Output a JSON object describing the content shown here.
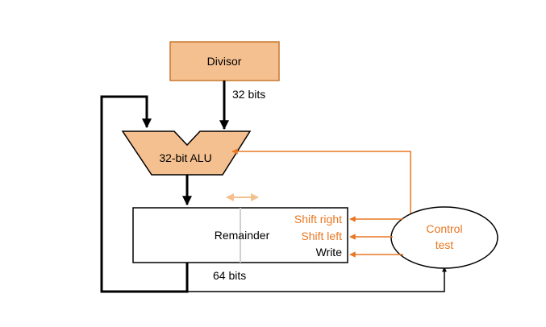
{
  "diagram": {
    "divisor": {
      "label": "Divisor"
    },
    "divisor_width": {
      "label": "32 bits"
    },
    "alu": {
      "label": "32-bit ALU"
    },
    "remainder": {
      "label": "Remainder",
      "signals": {
        "shift_right": "Shift right",
        "shift_left": "Shift left",
        "write": "Write"
      }
    },
    "remainder_width": {
      "label": "64 bits"
    },
    "control": {
      "line1": "Control",
      "line2": "test"
    }
  },
  "colors": {
    "block_fill": "#f5c08f",
    "block_stroke": "#c9772e",
    "control_signal": "#e87722",
    "shift_hint": "#f5c08f",
    "datapath": "#000000"
  }
}
